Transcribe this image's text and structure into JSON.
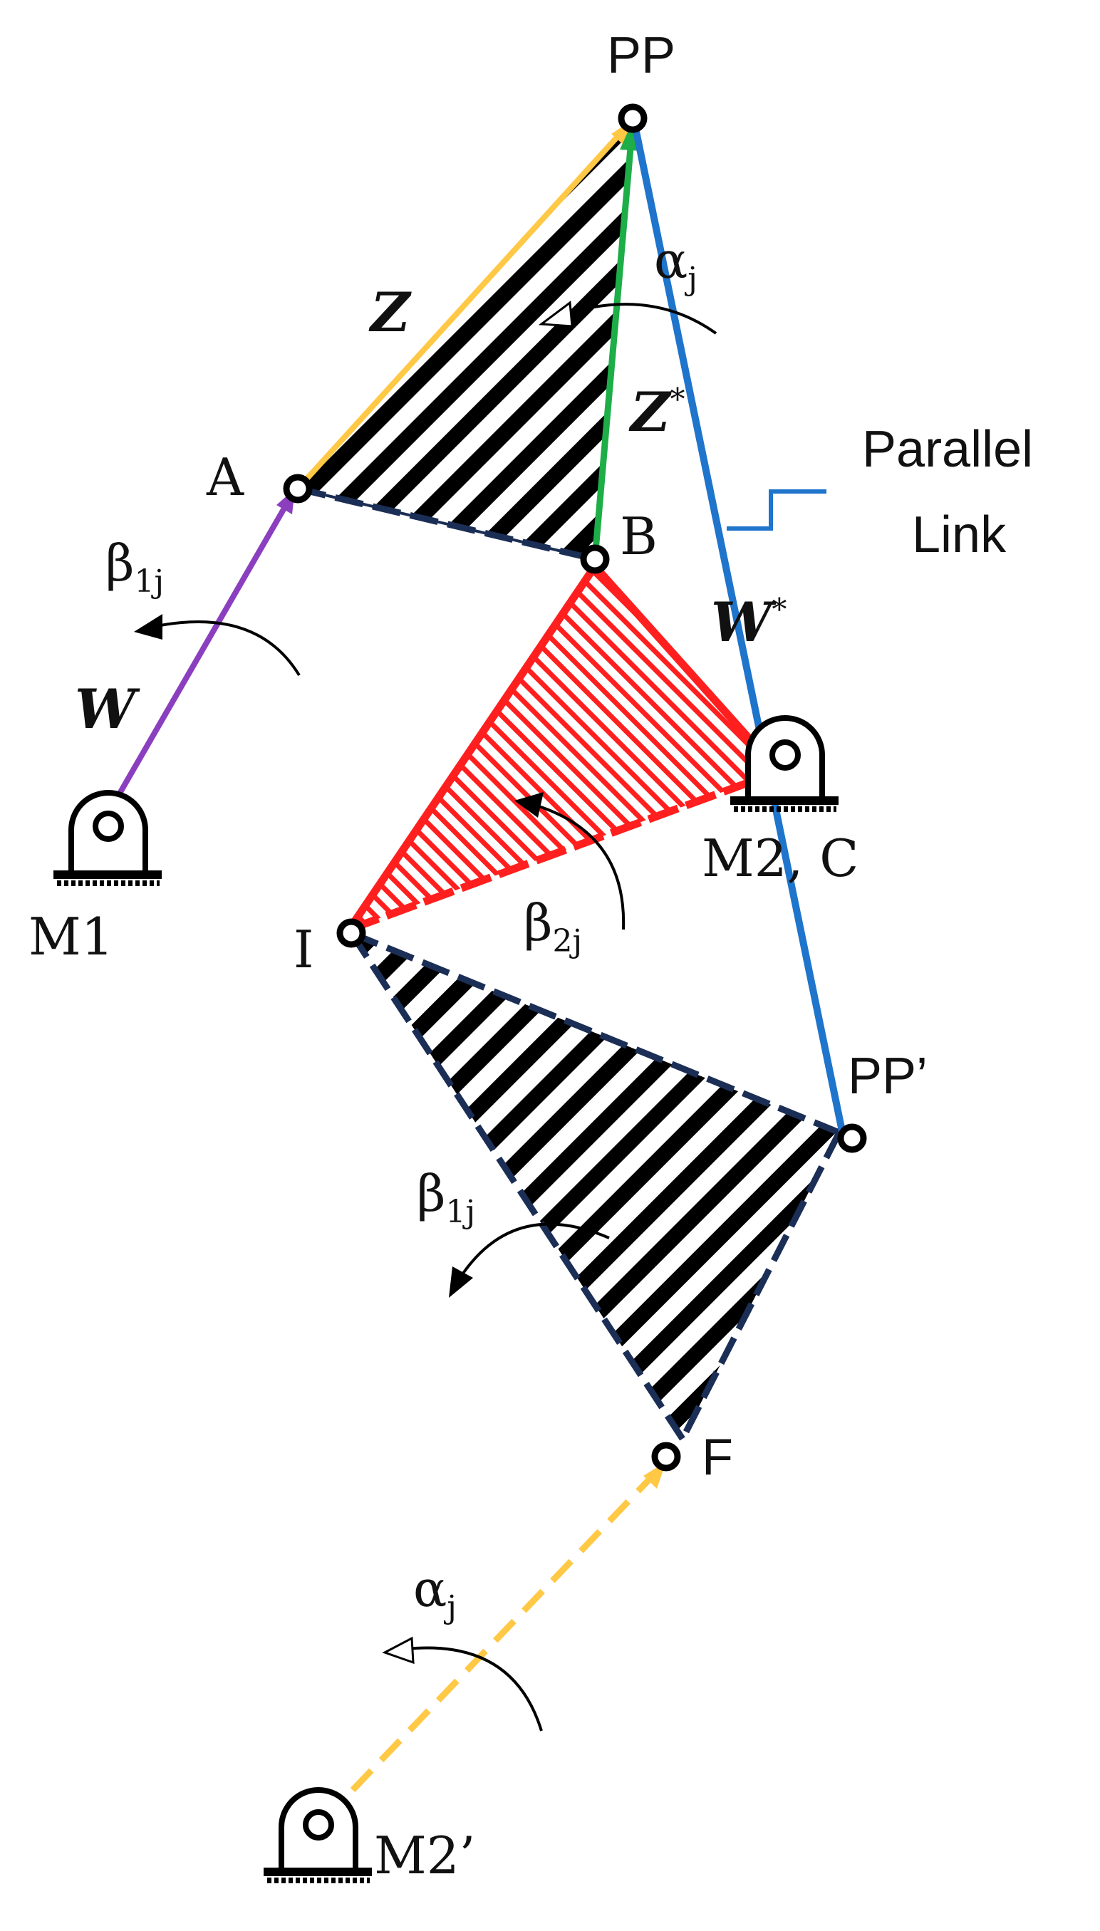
{
  "labels": {
    "pp": "PP",
    "a": "A",
    "b": "B",
    "i": "I",
    "f": "F",
    "pp_prime": "PP’",
    "m1": "M1",
    "m2c": "M2, C",
    "m2_prime": "M2’",
    "parallel": "Parallel",
    "link": "Link"
  },
  "vectors": {
    "z": "Z",
    "z_star": "Z",
    "w": "W",
    "w_star": "W",
    "star": "*"
  },
  "angles": {
    "alpha": "α",
    "alpha_sub": "j",
    "beta": "β",
    "beta1_sub": "1j",
    "beta2_sub": "2j"
  },
  "colors": {
    "yellow": "#FFC845",
    "green": "#1DAE47",
    "blue": "#1F74CC",
    "purple": "#8B3FBF",
    "red": "#FF1F1F",
    "navy": "#1B2E55",
    "black": "#000000"
  }
}
